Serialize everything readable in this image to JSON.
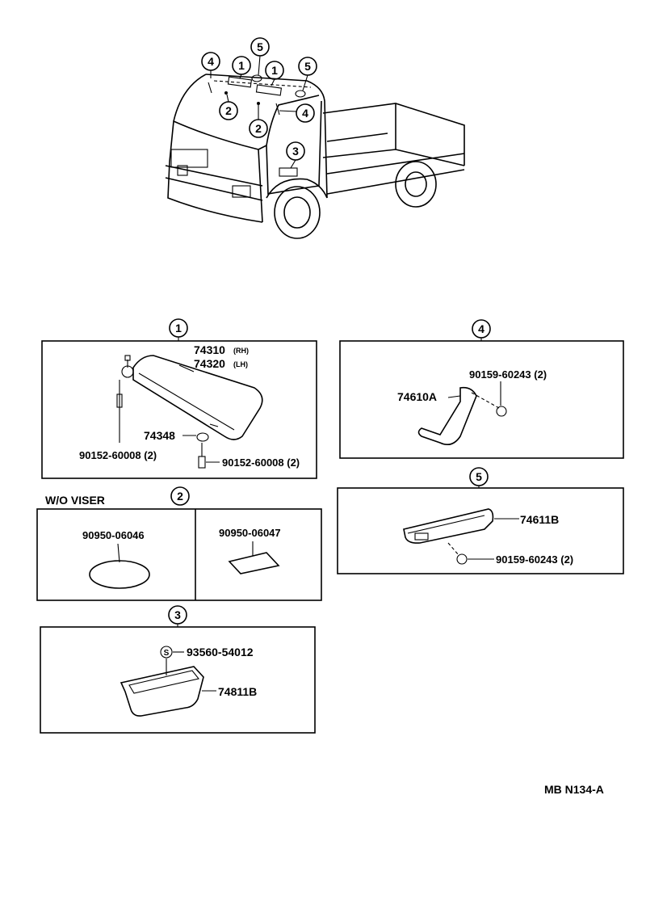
{
  "callouts": {
    "c1": "1",
    "c2": "2",
    "c3": "3",
    "c4": "4",
    "c5": "5"
  },
  "sections": {
    "s1": {
      "number": "1",
      "parts": {
        "visor_rh": "74310",
        "visor_rh_note": "(RH)",
        "visor_lh": "74320",
        "visor_lh_note": "(LH)",
        "holder": "74348",
        "screw_left": "90152-60008 (2)",
        "screw_right": "90152-60008 (2)"
      }
    },
    "s2": {
      "number": "2",
      "title": "W/O VISER",
      "parts": {
        "plug_oval": "90950-06046",
        "plug_rect": "90950-06047"
      }
    },
    "s3": {
      "number": "3",
      "parts": {
        "screw": "93560-54012",
        "screw_symbol": "S",
        "tray": "74811B"
      }
    },
    "s4": {
      "number": "4",
      "parts": {
        "grip": "74610A",
        "screw": "90159-60243 (2)"
      }
    },
    "s5": {
      "number": "5",
      "parts": {
        "grip": "74611B",
        "screw": "90159-60243 (2)"
      }
    }
  },
  "footer": {
    "code": "MB N134-A"
  }
}
